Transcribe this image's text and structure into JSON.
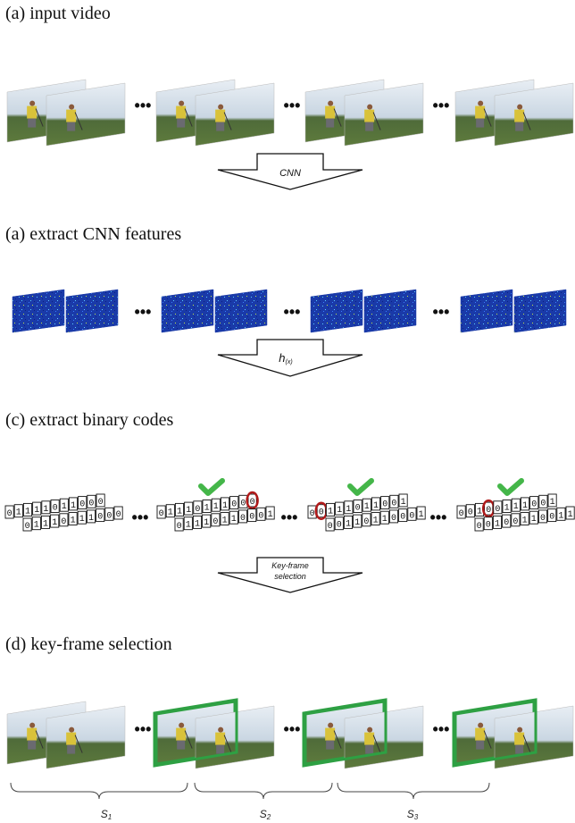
{
  "sections": {
    "input_video": "(a) input video",
    "cnn_features": "(a) extract CNN features",
    "binary_codes": "(c) extract binary codes",
    "keyframe": "(d) key-frame selection"
  },
  "arrows": {
    "cnn": "CNN",
    "hash_main": "h",
    "hash_sub": "(x)",
    "keyframe_line1": "Key-frame",
    "keyframe_line2": "selection"
  },
  "binary": {
    "group1": {
      "top": "01111011000",
      "bottom": "01110111000"
    },
    "group2": {
      "top": "01110111000",
      "bottom": "01110110001"
    },
    "group3": {
      "top": "00111011001",
      "bottom": "00110110001"
    },
    "group4": {
      "top": "00100111001",
      "bottom": "00100110011"
    }
  },
  "segments": {
    "s1": {
      "main": "S",
      "sub": "1"
    },
    "s2": {
      "main": "S",
      "sub": "2"
    },
    "s3": {
      "main": "S",
      "sub": "3"
    }
  },
  "ellipsis": "•••",
  "colors": {
    "keyframe_border": "#2ea043",
    "check": "#44b649",
    "highlight_ring": "#b01a1a",
    "feature_blue": "#1a3aa8"
  }
}
